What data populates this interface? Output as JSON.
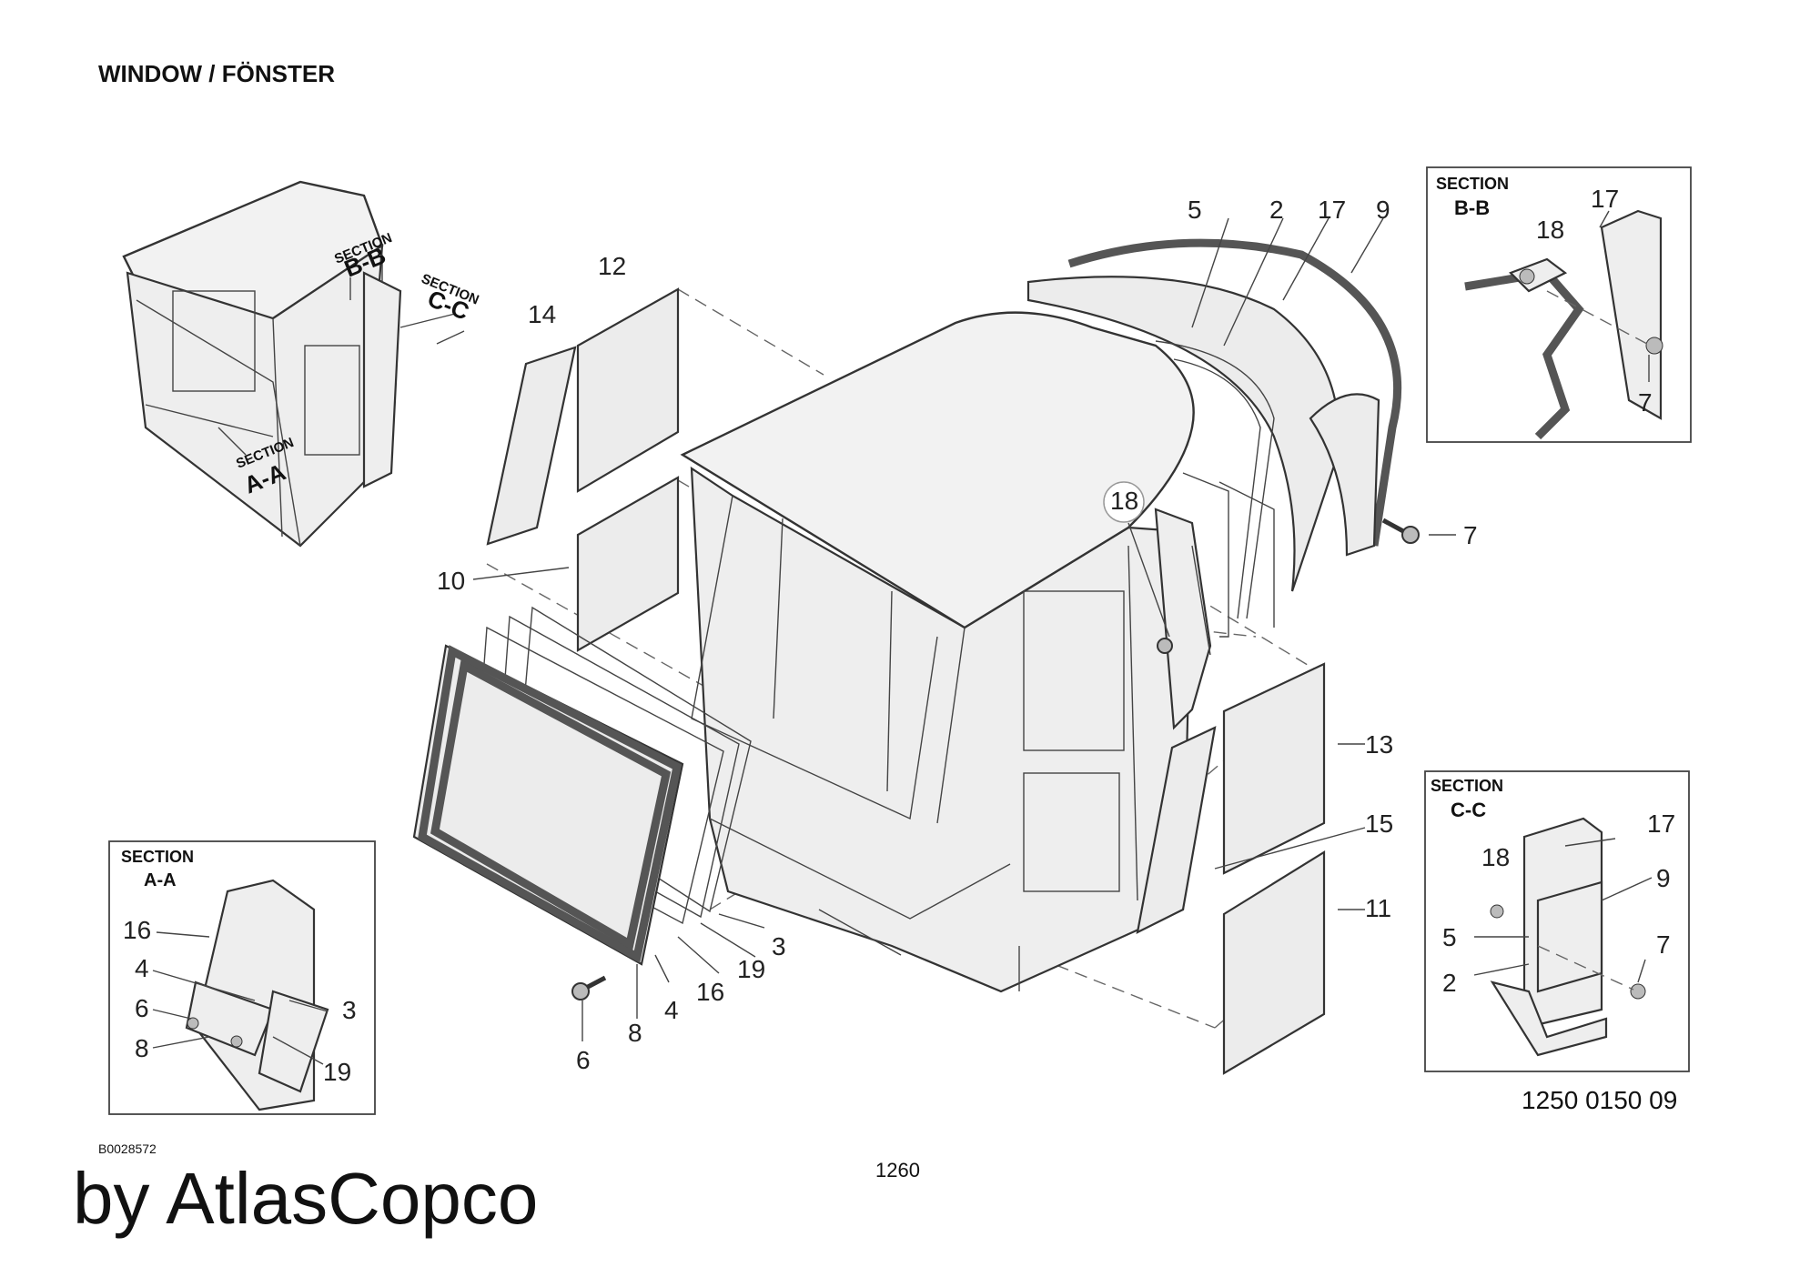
{
  "title": "WINDOW / FÖNSTER",
  "document_code": "B0028572",
  "page_number": "1260",
  "brand": "by AtlasCopco",
  "part_number": "1250 0150 09",
  "overview": {
    "section_label": "SECTION",
    "section_bb": "B-B",
    "section_cc": "C-C",
    "section_aa": "A-A"
  },
  "callouts": {
    "c2": "2",
    "c3": "3",
    "c4": "4",
    "c5": "5",
    "c6": "6",
    "c7": "7",
    "c8": "8",
    "c9": "9",
    "c10": "10",
    "c11": "11",
    "c12": "12",
    "c13": "13",
    "c14": "14",
    "c15": "15",
    "c16": "16",
    "c17": "17",
    "c18": "18",
    "c19": "19"
  },
  "detail_aa": {
    "heading": "SECTION",
    "sub": "A-A",
    "labels": {
      "l16": "16",
      "l4": "4",
      "l6": "6",
      "l8": "8",
      "l3": "3",
      "l19": "19"
    }
  },
  "detail_bb": {
    "heading": "SECTION",
    "sub": "B-B",
    "labels": {
      "l18": "18",
      "l17": "17",
      "l7": "7"
    }
  },
  "detail_cc": {
    "heading": "SECTION",
    "sub": "C-C",
    "labels": {
      "l17": "17",
      "l18": "18",
      "l9": "9",
      "l5": "5",
      "l7": "7",
      "l2": "2"
    }
  }
}
